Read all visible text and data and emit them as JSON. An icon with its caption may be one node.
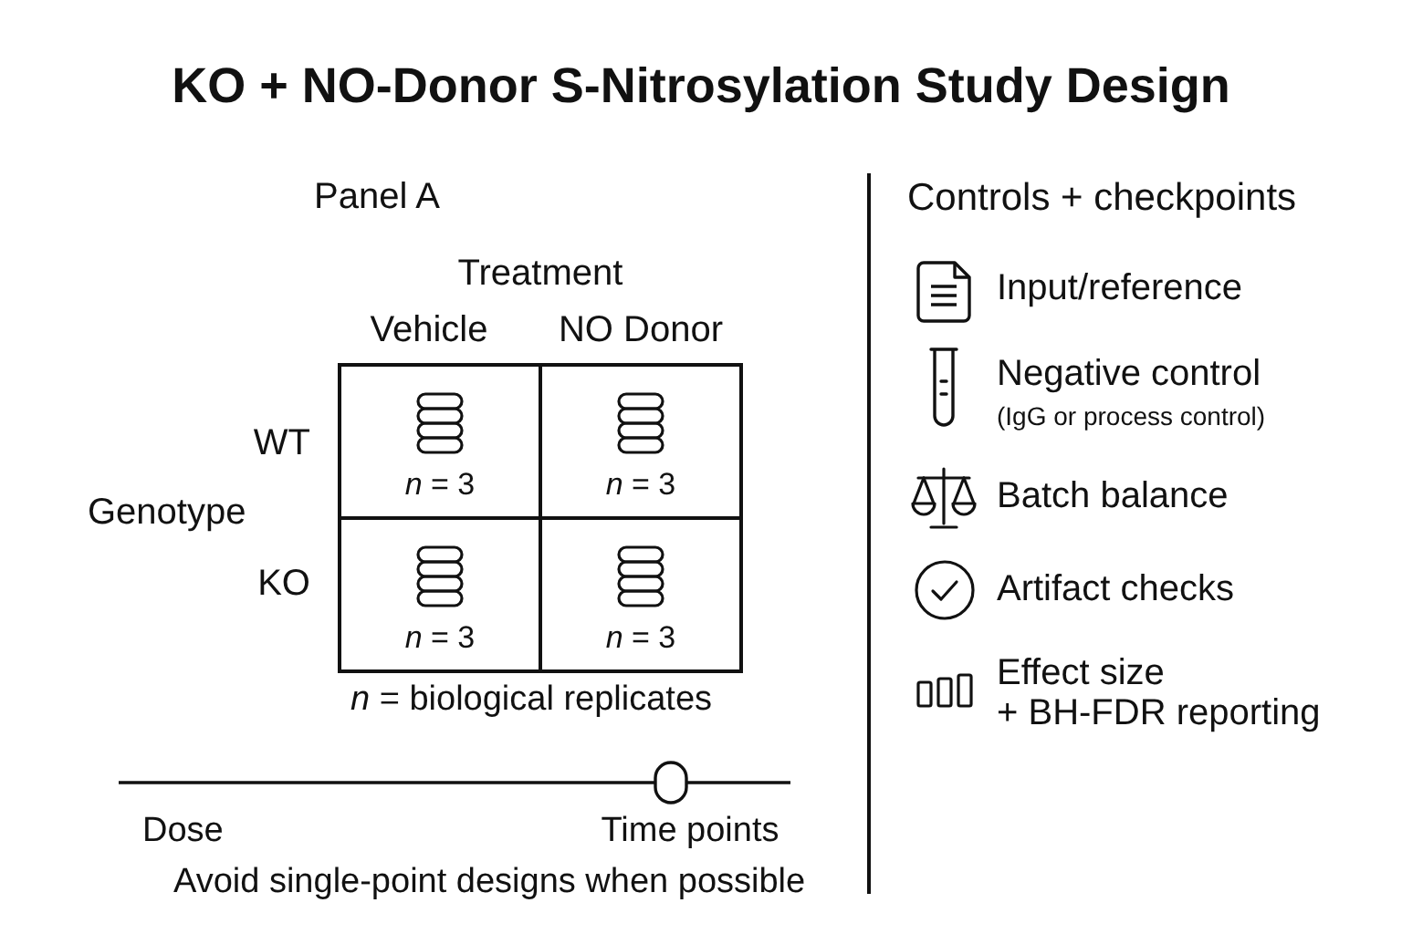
{
  "diagram": {
    "title": "KO + NO-Donor S-Nitrosylation Study Design",
    "nodes": [
      {
        "text": [
          "*n* = 3"
        ]
      },
      {
        "text": [
          "*n* = 3"
        ]
      },
      {
        "text": [
          "*n* = 3"
        ]
      },
      {
        "text": [
          "*n* = 3"
        ]
      }
    ],
    "labels": [
      "Panel A",
      "Treatment",
      "Vehicle",
      "NO Donor",
      "WT",
      "Genotype",
      "KO",
      "*n* = biological replicates",
      "Dose",
      "Time points",
      "Avoid single-point designs when possible",
      "Controls + checkpoints",
      "Input/reference",
      "Negative control",
      "(IgG or process control)",
      "Batch balance",
      "Artifact checks",
      "Effect size",
      "+ BH-FDR reporting"
    ]
  }
}
